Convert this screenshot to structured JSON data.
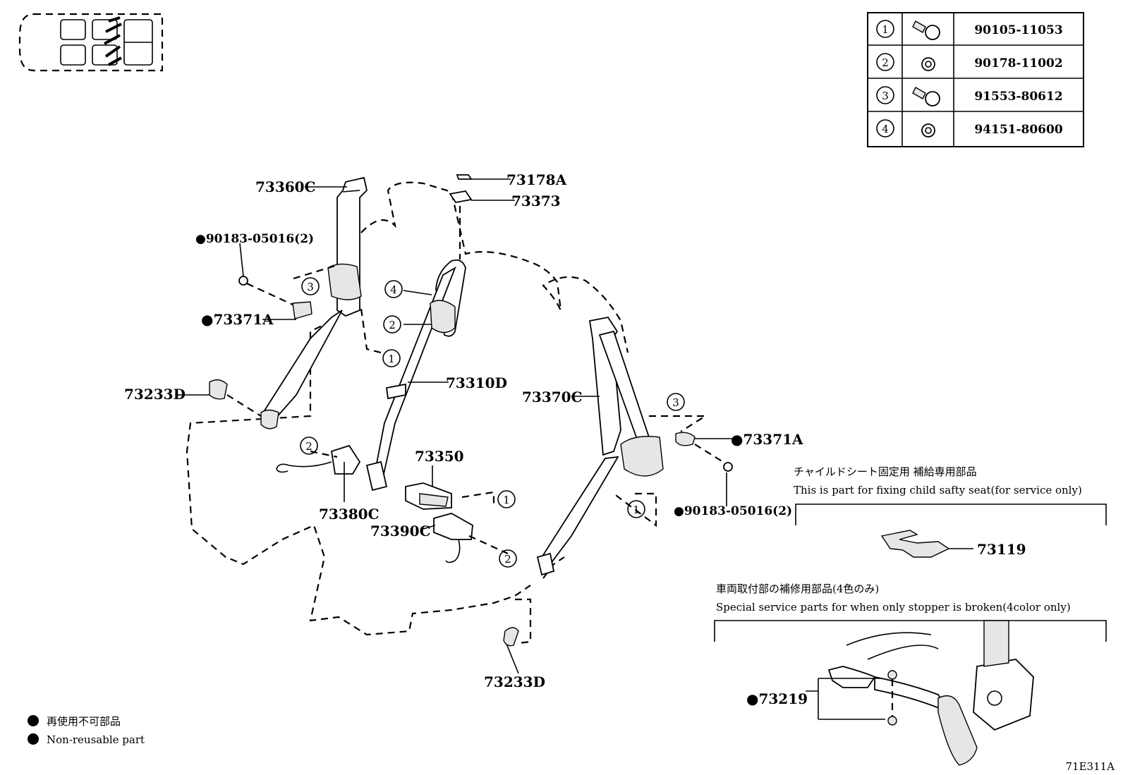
{
  "part_codes": {
    "p73360C": "73360C",
    "p73178A": "73178A",
    "p73373": "73373",
    "p90183a": "●90183-05016(2)",
    "p73371A_l": "●73371A",
    "p73233D_l": "73233D",
    "p73310D": "73310D",
    "p73370C": "73370C",
    "p73371A_r": "●73371A",
    "p90183b": "●90183-05016(2)",
    "p73350": "73350",
    "p73380C": "73380C",
    "p73390C": "73390C",
    "p73233D_b": "73233D",
    "p73119": "73119",
    "p73219": "●73219"
  },
  "circle_refs": {
    "c1": "1",
    "c2": "2",
    "c3": "3",
    "c4": "4"
  },
  "fastener_table": [
    {
      "ref": "1",
      "part": "90105-11053"
    },
    {
      "ref": "2",
      "part": "90178-11002"
    },
    {
      "ref": "3",
      "part": "91553-80612"
    },
    {
      "ref": "4",
      "part": "94151-80600"
    }
  ],
  "child_seat_note": {
    "jp": "チャイルドシート固定用 補給専用部品",
    "en": "This is part for fixing child safty seat(for service only)"
  },
  "stopper_note": {
    "jp": "車両取付部の補修用部品(4色のみ)",
    "en": "Special service parts for when only stopper is broken(4color only)"
  },
  "legend": {
    "jp": "再使用不可部品",
    "en": "Non-reusable part"
  },
  "diagram_id": "71E311A"
}
